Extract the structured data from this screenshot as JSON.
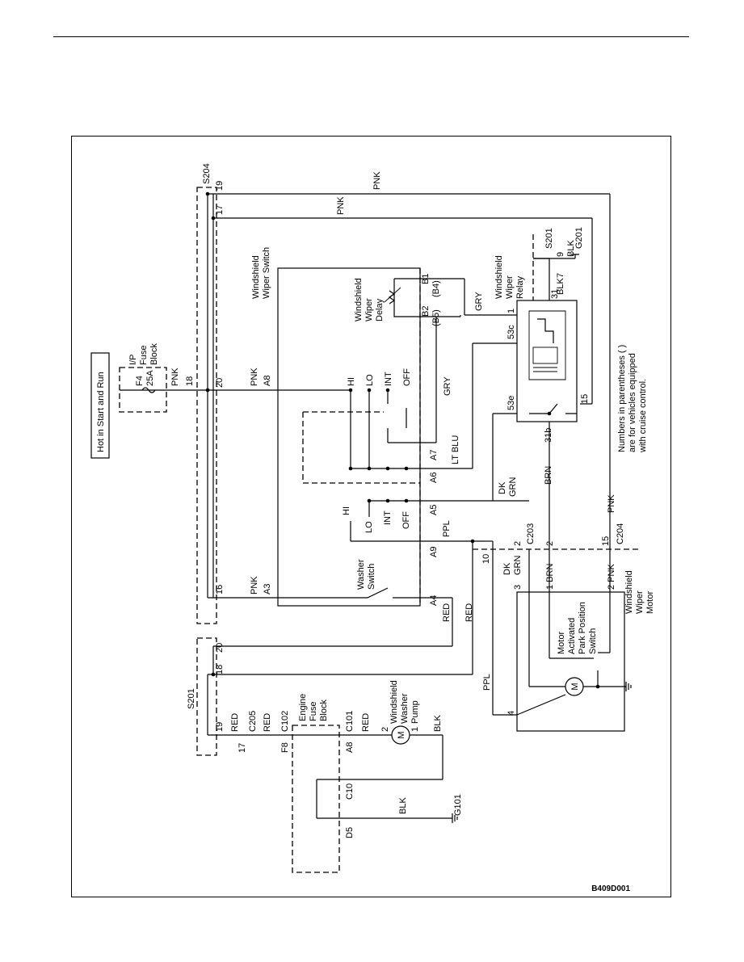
{
  "diagram_id": "B409D001",
  "title_box": "Hot in Start and Run",
  "note": [
    "Numbers in parentheses ( )",
    "are for vehicles equipped",
    "with cruise control."
  ],
  "ip_fuse_block": {
    "name": [
      "I/P",
      "Fuse",
      "Block"
    ],
    "fuse": "F4",
    "rating": "25A"
  },
  "engine_fuse_block": {
    "name": [
      "Engine",
      "Fuse",
      "Block"
    ]
  },
  "wiper_switch": {
    "name": [
      "Windshield",
      "Wiper Switch"
    ]
  },
  "wiper_delay": {
    "name": [
      "Windshield",
      "Wiper",
      "Delay"
    ]
  },
  "washer_switch": {
    "name": [
      "Washer",
      "Switch"
    ]
  },
  "wiper_relay": {
    "name": [
      "Windshield",
      "Wiper",
      "Relay"
    ]
  },
  "wiper_motor": {
    "name": [
      "Windshield",
      "Wiper",
      "Motor"
    ]
  },
  "park_switch": {
    "name": [
      "Motor",
      "Activated",
      "Park Position",
      "Switch"
    ]
  },
  "washer_pump": {
    "name": [
      "Windshield",
      "Washer",
      "Pump"
    ]
  },
  "splices": {
    "s204": "S204",
    "s201_left": "S201",
    "s201_right": "S201"
  },
  "grounds": {
    "g201": "G201",
    "g101": "G101"
  },
  "connectors": {
    "c205": "C205",
    "c102": "C102",
    "c101": "C101",
    "c203": "C203",
    "c204": "C204"
  },
  "positions": {
    "hi": "HI",
    "lo": "LO",
    "int": "INT",
    "off": "OFF"
  },
  "motor_symbol": "M",
  "wire_colors": {
    "pnk": "PNK",
    "red": "RED",
    "blk": "BLK",
    "gry": "GRY",
    "ppl": "PPL",
    "lt_blu": "LT BLU",
    "dk": "DK",
    "grn": "GRN",
    "brn": "BRN"
  },
  "pins": {
    "p18": "18",
    "p20": "20",
    "p16": "16",
    "p17": "17",
    "p19": "19",
    "p9": "9",
    "p7": "7",
    "p31": "31",
    "p1": "1",
    "p2": "2",
    "p3": "3",
    "p4": "4",
    "p10": "10",
    "p15": "15",
    "a8": "A8",
    "a3": "A3",
    "a4": "A4",
    "a9": "A9",
    "a5": "A5",
    "a6": "A6",
    "a7": "A7",
    "b1": "B1",
    "b4": "(B4)",
    "b2": "B2",
    "b5": "(B5)",
    "t53c": "53c",
    "t53e": "53e",
    "t31b": "31b",
    "f8": "F8",
    "c10": "C10",
    "d5": "D5",
    "brn_1": "1 BRN",
    "pnk_2": "2 PNK"
  }
}
